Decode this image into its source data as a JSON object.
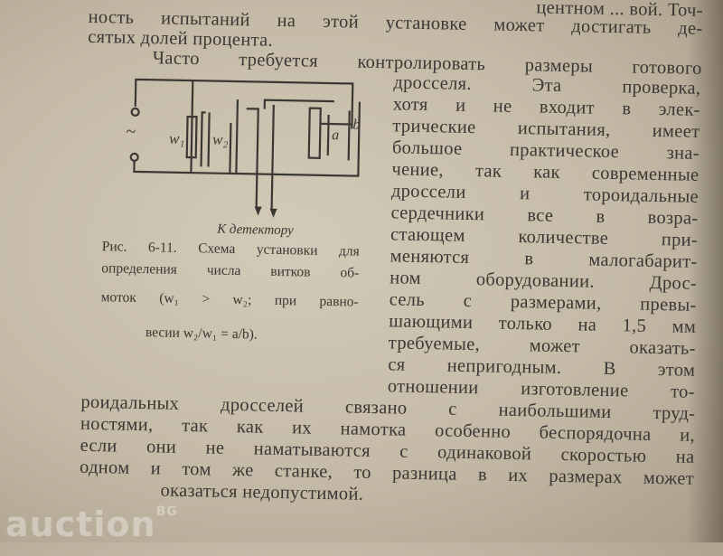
{
  "text_lines": {
    "top_cut": "центном ... вой. Точ-",
    "l1": "ность испытаний на этой установке может достигать де-",
    "l2": "сятых долей процента.",
    "l3": "Часто требуется контролировать размеры готового",
    "r": [
      "дросселя. Эта проверка,",
      "хотя и не входит в элек-",
      "трические испытания, имеет",
      "большое практическое зна-",
      "чение, так как современные",
      "дроссели и тороидальные",
      "сердечники все в возра-",
      "стающем количестве при-",
      "меняются в малогабарит-",
      "ном оборудовании. Дрос-",
      "сель с размерами, превы-",
      "шающими только на 1,5 мм",
      "требуемые, может оказать-",
      "ся непригодным. В этом",
      "отношении изготовление то-"
    ],
    "f": [
      "роидальных дросселей связано с наибольшими труд-",
      "ностями, так как их намотка особенно беспорядочна и,",
      "если они не наматываются с одинаковой скоростью на",
      "одном и том же станке, то разница в их размерах может"
    ],
    "last": "оказаться недопустимой."
  },
  "figure": {
    "labels": {
      "w1": "w₁",
      "w2": "w₂",
      "a": "a",
      "b": "b",
      "ac": "~",
      "detector": "К детектору"
    },
    "caption": [
      "Рис. 6-11. Схема установки для",
      "определения числа витков об-",
      "моток (w₁ > w₂; при равно-",
      "весии w₂/w₁ = a/b)."
    ]
  },
  "watermark": "auction",
  "watermark_suffix": "BG"
}
